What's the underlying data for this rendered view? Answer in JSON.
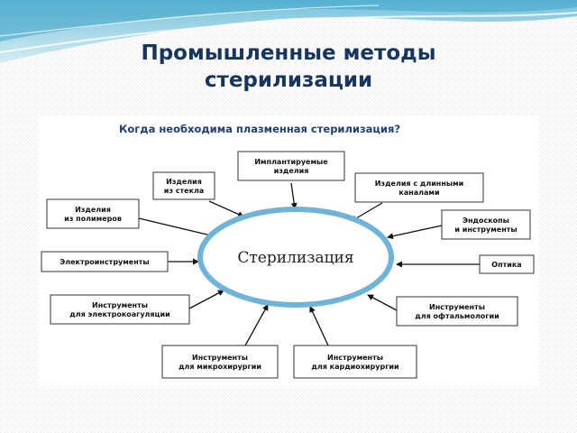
{
  "slide": {
    "title": "Промышленные методы\nстерилизации",
    "colors": {
      "title": "#17365d",
      "banner": "#7fc9e0",
      "ellipse_stroke": "#6fb3d9",
      "question": "#1f3f75"
    }
  },
  "diagram": {
    "question": "Когда необходима плазменная стерилизация?",
    "center": "Стерилизация",
    "nodes": [
      {
        "id": "implants",
        "lines": [
          "Имплантируемые",
          "изделия"
        ]
      },
      {
        "id": "glass",
        "lines": [
          "Изделия",
          "из стекла"
        ]
      },
      {
        "id": "long-channels",
        "lines": [
          "Изделия с длинными",
          "каналами"
        ]
      },
      {
        "id": "polymers",
        "lines": [
          "Изделия",
          "из полимеров"
        ]
      },
      {
        "id": "endoscopes",
        "lines": [
          "Эндоскопы",
          "и инструменты"
        ]
      },
      {
        "id": "electro-instruments",
        "lines": [
          "Электроинструменты"
        ]
      },
      {
        "id": "optics",
        "lines": [
          "Оптика"
        ]
      },
      {
        "id": "electrocoagulation",
        "lines": [
          "Инструменты",
          "для электрокоагуляции"
        ]
      },
      {
        "id": "ophthalmology",
        "lines": [
          "Инструменты",
          "для офтальмологии"
        ]
      },
      {
        "id": "microsurgery",
        "lines": [
          "Инструменты",
          "для микрохирургии"
        ]
      },
      {
        "id": "cardiosurgery",
        "lines": [
          "Инструменты",
          "для кардиохирургии"
        ]
      }
    ]
  }
}
